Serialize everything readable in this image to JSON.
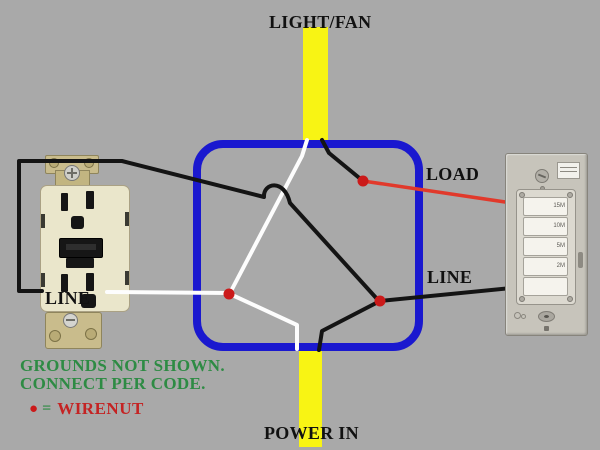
{
  "diagram": {
    "title_top": "LIGHT/FAN",
    "title_bottom": "POWER IN",
    "labels": {
      "load": "LOAD",
      "line_switch": "LINE",
      "line_outlet": "LINE"
    },
    "notes": {
      "line1": "GROUNDS NOT SHOWN.",
      "line2": "CONNECT PER CODE."
    },
    "legend": {
      "bullet": "●",
      "equals": "=",
      "label": "WIRENUT"
    },
    "devices": {
      "timer_switch": {
        "buttons": [
          "15M",
          "10M",
          "5M",
          "2M",
          ""
        ]
      }
    }
  },
  "colors": {
    "background": "#a9a9a9",
    "box_blue": "#1a18cf",
    "cable_yellow": "#f8f414",
    "wire_black": "#141414",
    "wire_white": "#fdfdfd",
    "wire_red": "#e1392b",
    "wirenut_red": "#cb1a1a",
    "note_green": "#2e8b44",
    "legend_red": "#c42323",
    "outlet_ivory": "#eae6cb",
    "strap_brass": "#c9bc8c",
    "switch_plate": "#c7c4bb"
  }
}
